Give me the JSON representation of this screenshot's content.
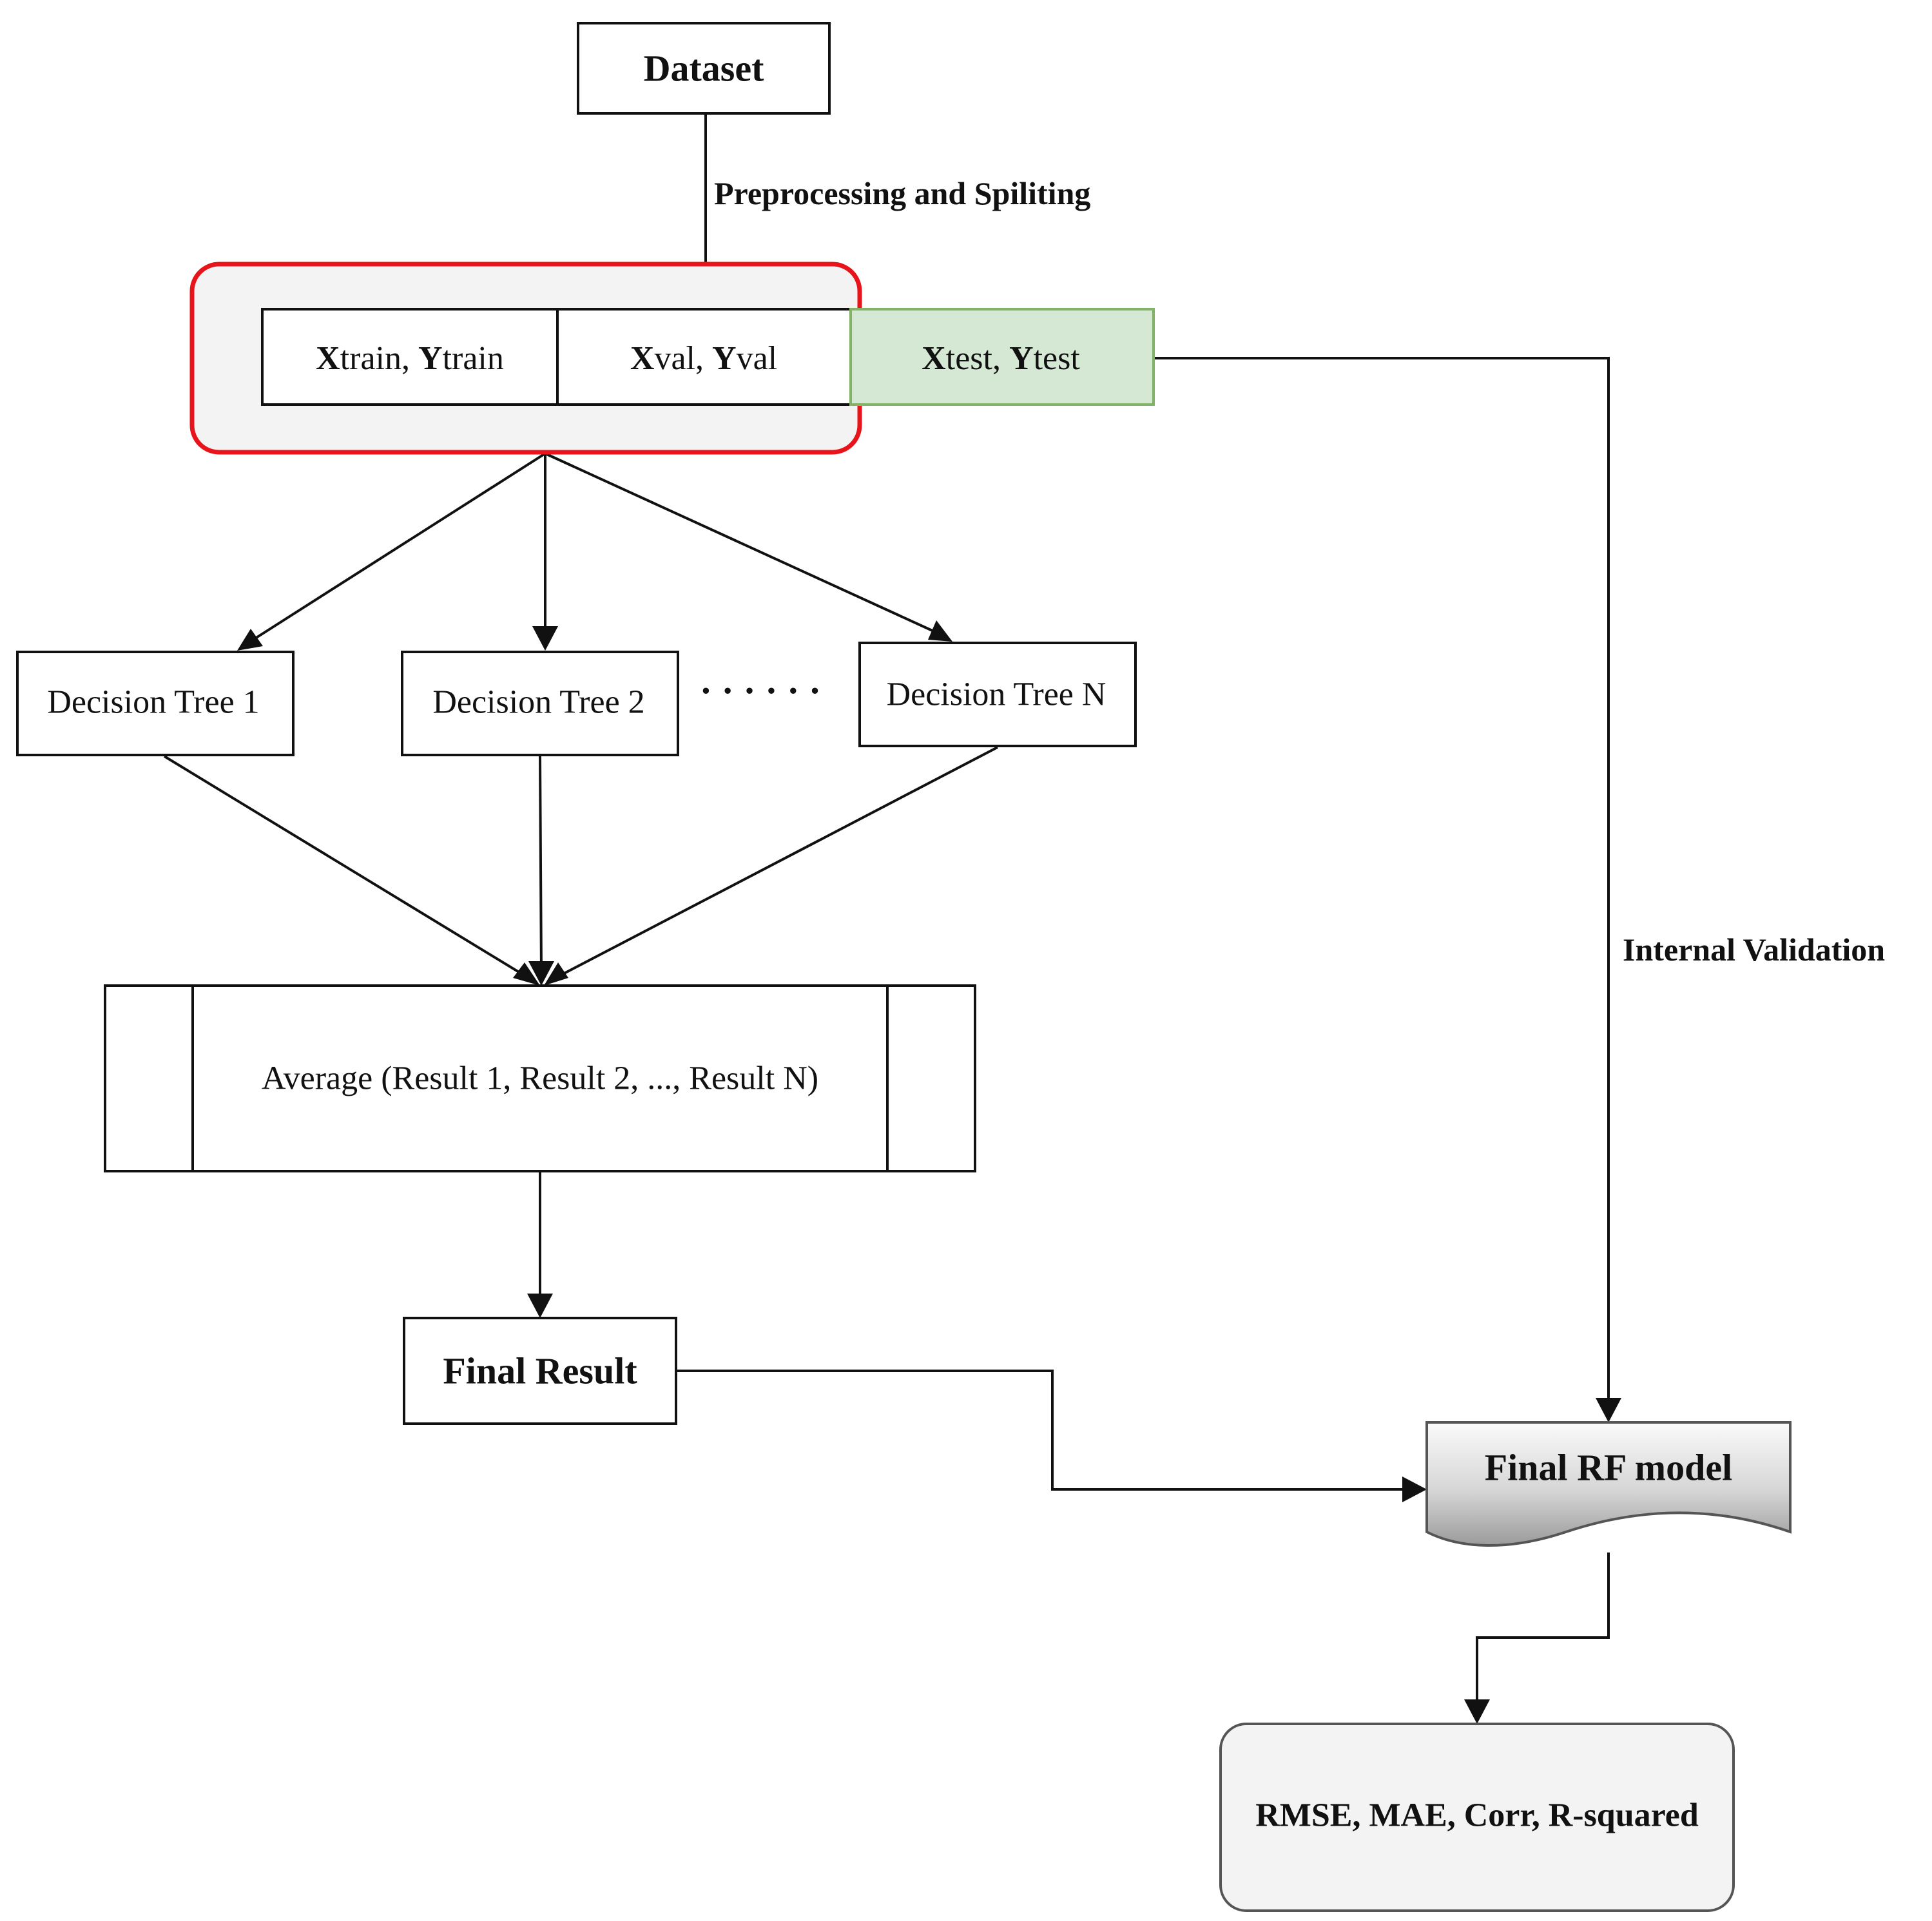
{
  "nodes": {
    "dataset": "Dataset",
    "train": {
      "x": "X",
      "x_rest": "train, ",
      "y": "Y",
      "y_rest": "train"
    },
    "val": {
      "x": "X",
      "x_rest": "val, ",
      "y": "Y",
      "y_rest": "val"
    },
    "test": {
      "x": "X",
      "x_rest": "test, ",
      "y": "Y",
      "y_rest": "test"
    },
    "tree1": "Decision Tree 1",
    "tree2": "Decision Tree 2",
    "ellipsis": "· · · · · ·",
    "treeN": "Decision Tree N",
    "average": "Average (Result 1, Result 2, ..., Result N)",
    "final_result": "Final Result",
    "final_model": "Final RF model",
    "metrics": "RMSE, MAE, Corr, R-squared"
  },
  "edges": {
    "preprocessing": "Preprocessing and Spiliting",
    "internal_validation": "Internal Validation"
  },
  "colors": {
    "split_group_border": "#e8141b",
    "split_group_fill": "#f3f3f3",
    "test_fill": "#d5e8d4",
    "test_border": "#82b366",
    "stroke": "#111111"
  }
}
